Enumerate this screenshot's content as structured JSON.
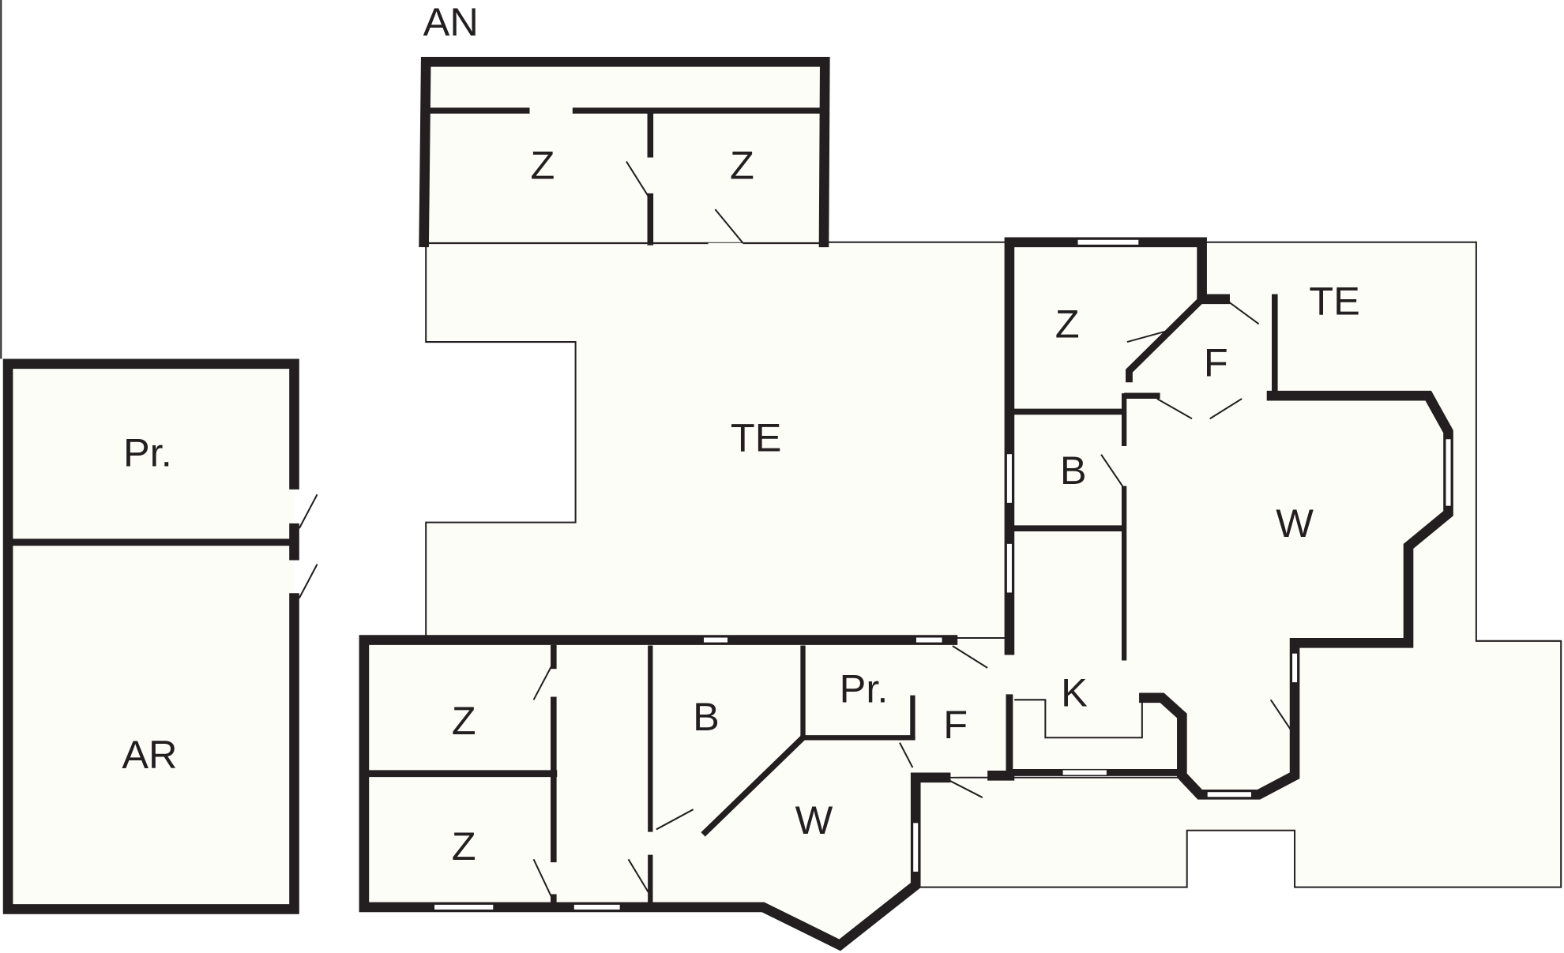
{
  "title": "Floor plan",
  "colors": {
    "wall": "#231f20",
    "floor": "#fdfdf8"
  },
  "labels": {
    "an": "AN",
    "garage_storage": "Pr.",
    "garage": "AR",
    "terrace_main": "TE",
    "terrace_right": "TE",
    "an_room_left": "Z",
    "an_room_right": "Z",
    "bedroom_right": "Z",
    "hall_right": "F",
    "bath_right": "B",
    "living_right": "W",
    "kitchen": "K",
    "bedroom_lower_top": "Z",
    "bedroom_lower_bottom": "Z",
    "bath_lower": "B",
    "storage_lower": "Pr.",
    "hall_lower": "F",
    "living_lower": "W"
  }
}
